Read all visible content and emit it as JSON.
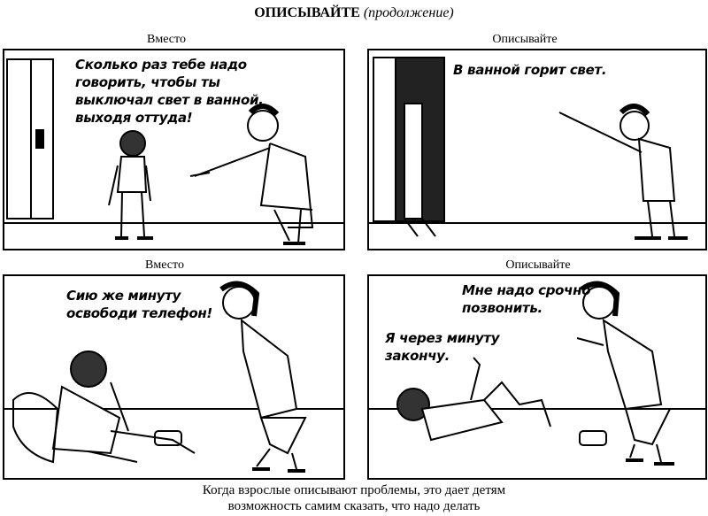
{
  "header": {
    "title": "ОПИСЫВАЙТЕ",
    "subtitle": "(продолжение)"
  },
  "panels": [
    {
      "label": "Вместо",
      "speech": "Сколько раз тебе надо\nговорить, чтобы ты\nвыключал свет в ванной,\nвыходя оттуда!"
    },
    {
      "label": "Описывайте",
      "speech": "В ванной горит свет."
    },
    {
      "label": "Вместо",
      "speech": "Сию же минуту\nосвободи телефон!"
    },
    {
      "label": "Описывайте",
      "speech_mother": "Мне надо срочно\nпозвонить.",
      "speech_child": "Я через минуту\nзакончу."
    }
  ],
  "caption": {
    "line1": "Когда взрослые описывают проблемы, это дает детям",
    "line2": "возможность самим сказать, что надо делать"
  }
}
